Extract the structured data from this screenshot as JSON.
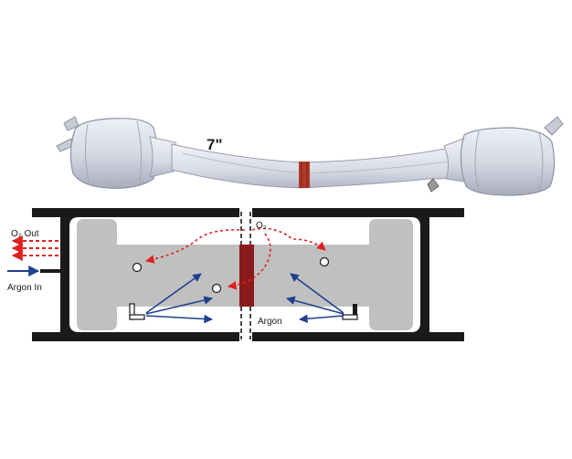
{
  "photo": {
    "length_label": "7\""
  },
  "diagram": {
    "o2_out_label": "O₂ Out",
    "argon_in_label": "Argon In",
    "o2_label": "O₂",
    "argon_label": "Argon"
  },
  "colors": {
    "pipe_black": "#1a1a1a",
    "chamber_gray": "#c0c0c0",
    "weld_red": "#8b1a1a",
    "argon_arrow_blue": "#1f3f8f",
    "o2_arrow_red": "#e02020",
    "wrap_fabric": "#d9dbe6"
  }
}
